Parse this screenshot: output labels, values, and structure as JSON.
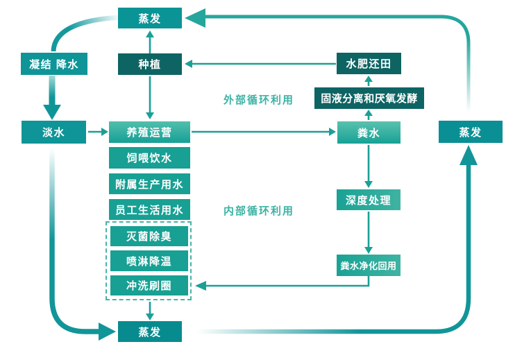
{
  "colors": {
    "teal": "#0f9598",
    "dark_teal": "#0e6463",
    "list_green": "#17a093",
    "gradient_light": "#52bfac",
    "annotation_teal": "#3bb2a3",
    "line_teal": "#119598"
  },
  "nodes": {
    "evap_top": {
      "label": "蒸发"
    },
    "condensation": {
      "label": "凝结 降水"
    },
    "planting": {
      "label": "种植"
    },
    "fertilizer_return": {
      "label": "水肥还田"
    },
    "separation_fermentation": {
      "label": "固液分离和厌氧发酵"
    },
    "fresh_water": {
      "label": "淡水"
    },
    "breeding_operation": {
      "label": "养殖运营"
    },
    "manure_water": {
      "label": "粪水"
    },
    "evap_right": {
      "label": "蒸发"
    },
    "feeding_water": {
      "label": "饲喂饮水"
    },
    "auxiliary_water": {
      "label": "附属生产用水"
    },
    "staff_water": {
      "label": "员工生活用水"
    },
    "sterilize": {
      "label": "灭菌除臭"
    },
    "spray_cooling": {
      "label": "喷淋降温"
    },
    "flushing": {
      "label": "冲洗刷圈"
    },
    "evap_bottom": {
      "label": "蒸发"
    },
    "deep_treatment": {
      "label": "深度处理"
    },
    "purification_reuse": {
      "label": "粪水净化回用"
    }
  },
  "annotations": {
    "external_cycle": "外部循环利用",
    "internal_cycle": "内部循环利用"
  },
  "flows": [
    {
      "from": "evap_right",
      "to": "evap_top"
    },
    {
      "from": "evap_top",
      "to": "condensation"
    },
    {
      "from": "condensation",
      "to": "fresh_water"
    },
    {
      "from": "fresh_water",
      "to": "breeding_operation"
    },
    {
      "from": "planting",
      "to": "evap_top"
    },
    {
      "from": "planting",
      "to": "breeding_operation"
    },
    {
      "from": "fertilizer_return",
      "to": "planting"
    },
    {
      "from": "separation_fermentation",
      "to": "fertilizer_return"
    },
    {
      "from": "manure_water",
      "to": "separation_fermentation"
    },
    {
      "from": "breeding_operation",
      "to": "manure_water"
    },
    {
      "from": "manure_water",
      "to": "deep_treatment"
    },
    {
      "from": "deep_treatment",
      "to": "purification_reuse"
    },
    {
      "from": "purification_reuse",
      "to": "flushing"
    },
    {
      "from": "flushing_group",
      "to": "evap_bottom"
    },
    {
      "from": "fresh_water",
      "to": "evap_bottom"
    },
    {
      "from": "evap_bottom",
      "to": "evap_right"
    }
  ]
}
